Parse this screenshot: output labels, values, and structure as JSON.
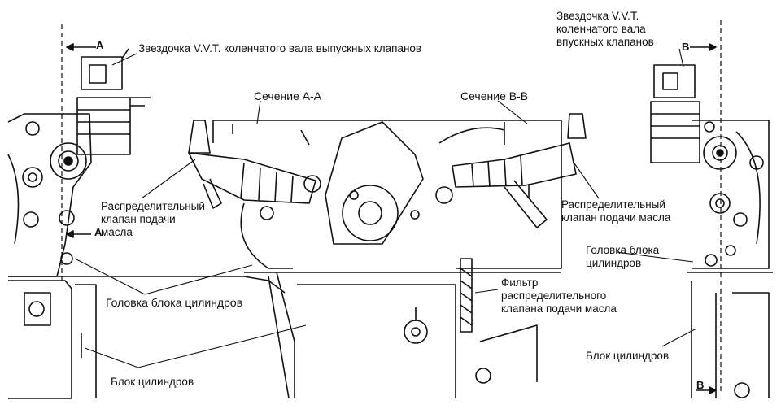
{
  "labels": {
    "exhaust_sprocket": "Звездочка V.V.T. коленчатого вала выпускных клапанов",
    "intake_sprocket": "Звездочка V.V.T.\nколенчатого вала\nвпускных клапанов",
    "section_aa": "Сечение А-А",
    "section_bb": "Сечение В-В",
    "valve_left": "Распределительный\nклапан подачи\nмасла",
    "valve_right": "Распределительный\nклапан подачи масла",
    "head_left": "Головка блока цилиндров",
    "head_right": "Головка блока\nцилиндров",
    "filter": "Фильтр\nраспределительного\nклапана подачи масла",
    "block_left": "Блок цилиндров",
    "block_right": "Блок цилиндров"
  },
  "section_marks": {
    "a_top": "A",
    "a_mid": "A",
    "b_top": "B",
    "b_bottom": "B"
  }
}
